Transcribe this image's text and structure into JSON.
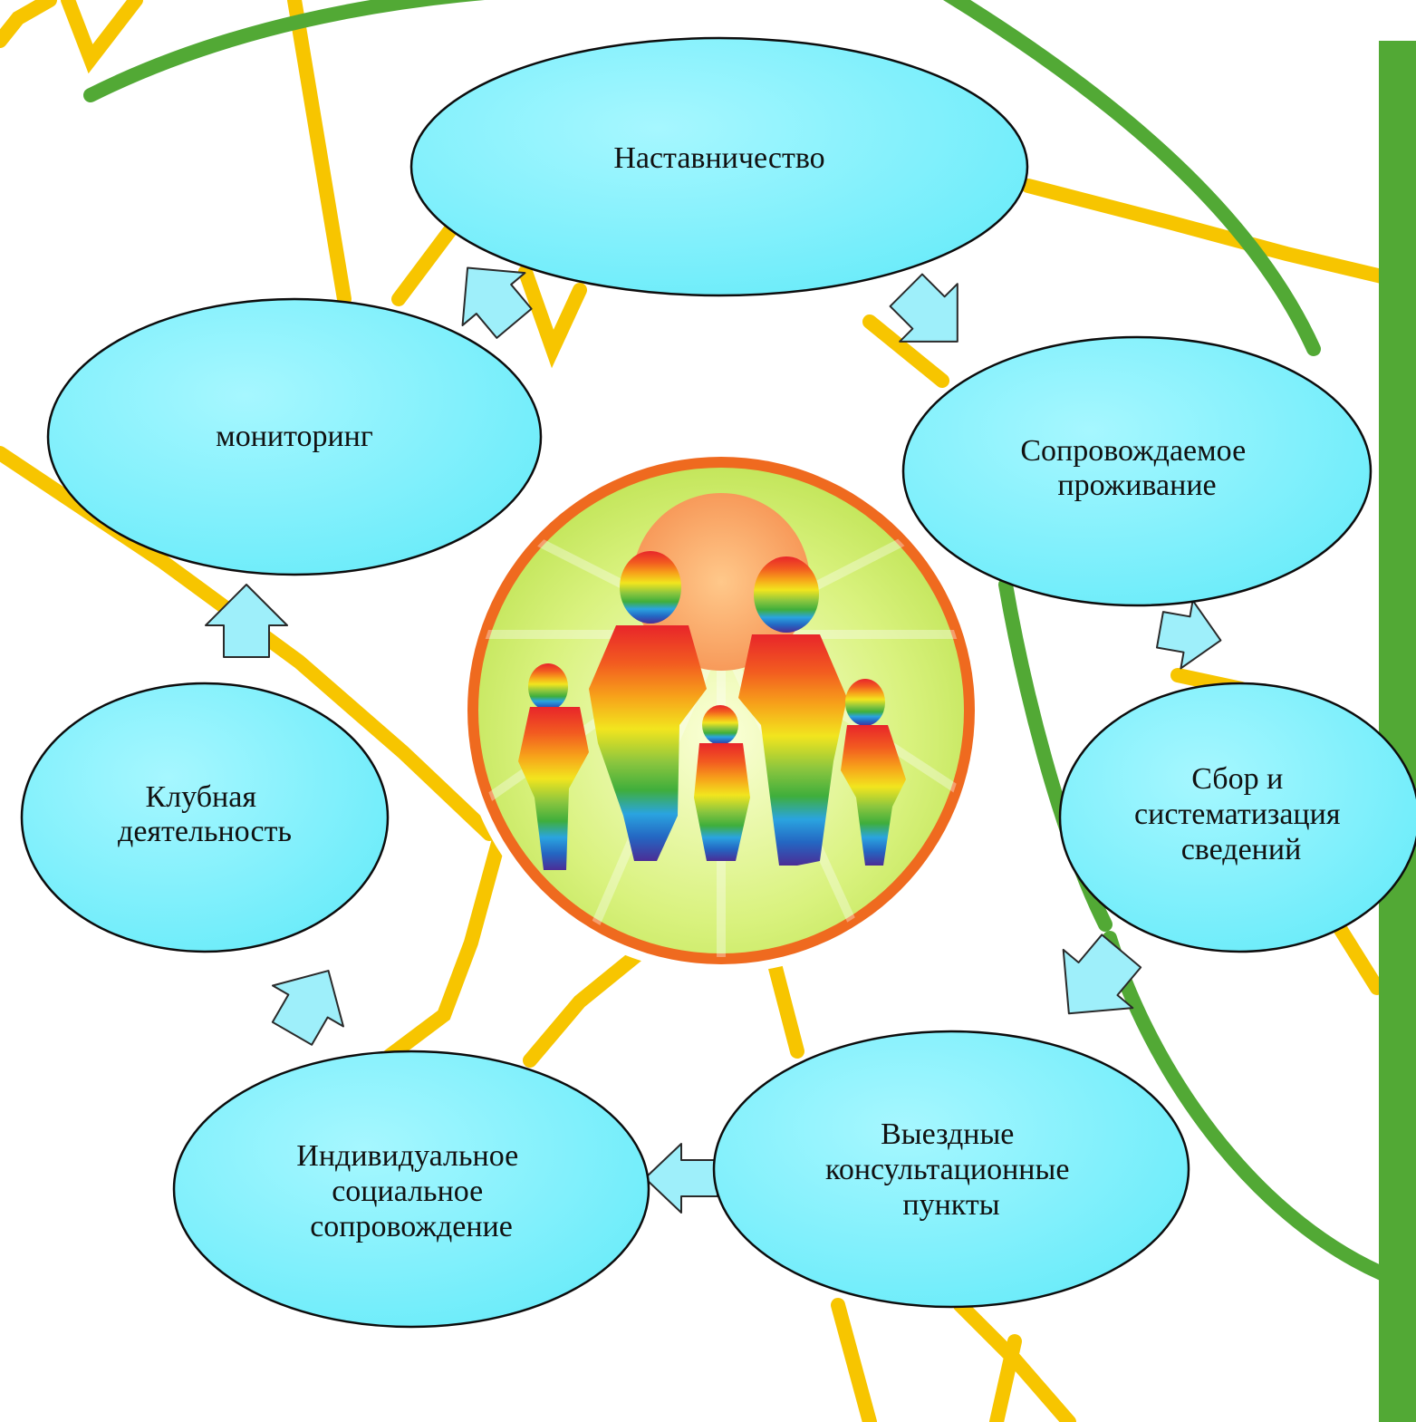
{
  "nodes": [
    {
      "id": "mentoring",
      "lines": [
        "Наставничество"
      ]
    },
    {
      "id": "supported-living",
      "lines": [
        "Сопровождаемое",
        "проживание"
      ]
    },
    {
      "id": "data-collection",
      "lines": [
        "Сбор и",
        "систематизация",
        "сведений"
      ]
    },
    {
      "id": "field-consult",
      "lines": [
        "Выездные",
        "консультационные",
        "пункты"
      ]
    },
    {
      "id": "individual-support",
      "lines": [
        "Индивидуальное",
        "социальное",
        "сопровождение"
      ]
    },
    {
      "id": "club-activity",
      "lines": [
        "Клубная",
        "деятельность"
      ]
    },
    {
      "id": "monitoring",
      "lines": [
        "мониторинг"
      ]
    }
  ],
  "center_image": {
    "icon": "family-rainbow-silhouette-emblem"
  },
  "colors": {
    "ellipse_fill": "#7ff2fd",
    "ellipse_stroke": "#0d0d0d",
    "arrow_fill": "#9eeffa",
    "yellow_lines": "#f7c500",
    "green_lines": "#52a935",
    "emblem_ring": "#ee6a1f"
  }
}
